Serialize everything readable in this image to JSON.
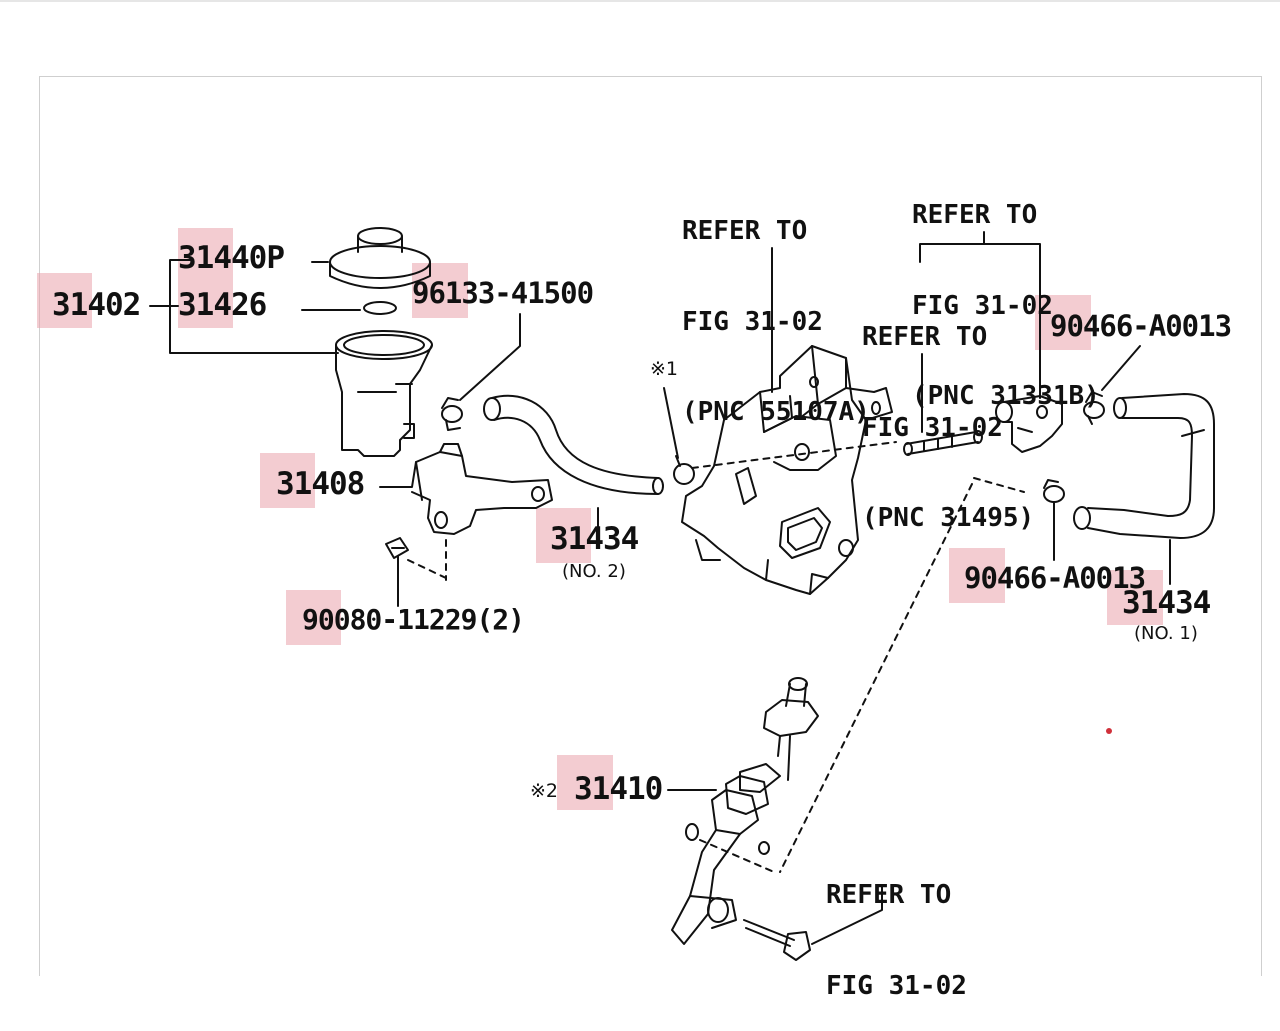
{
  "colors": {
    "highlight": "#e9a3ab",
    "line": "#111111",
    "dot": "#d0303a"
  },
  "refs": [
    {
      "id": "ref-55107a",
      "lines": [
        "REFER TO",
        "FIG 31-02",
        "(PNC 55107A)"
      ]
    },
    {
      "id": "ref-31331b",
      "lines": [
        "REFER TO",
        "FIG 31-02",
        "(PNC 31331B)"
      ]
    },
    {
      "id": "ref-31495",
      "lines": [
        "REFER TO",
        "FIG 31-02",
        "(PNC 31495)"
      ]
    },
    {
      "id": "ref-bottom",
      "lines": [
        "REFER TO",
        "FIG 31-02"
      ]
    }
  ],
  "parts": {
    "p31440p": "31440P",
    "p31402": "31402",
    "p31426": "31426",
    "p96133": "96133-41500",
    "p31408": "31408",
    "p90080": "90080-11229(2)",
    "p31434_2": "31434",
    "p31434_2_sub": "(NO. 2)",
    "p90466_top": "90466-A0013",
    "p90466_mid": "90466-A0013",
    "p31434_1": "31434",
    "p31434_1_sub": "(NO. 1)",
    "p31410": "31410"
  },
  "marks": {
    "mark1": "※1",
    "mark2": "※2"
  }
}
